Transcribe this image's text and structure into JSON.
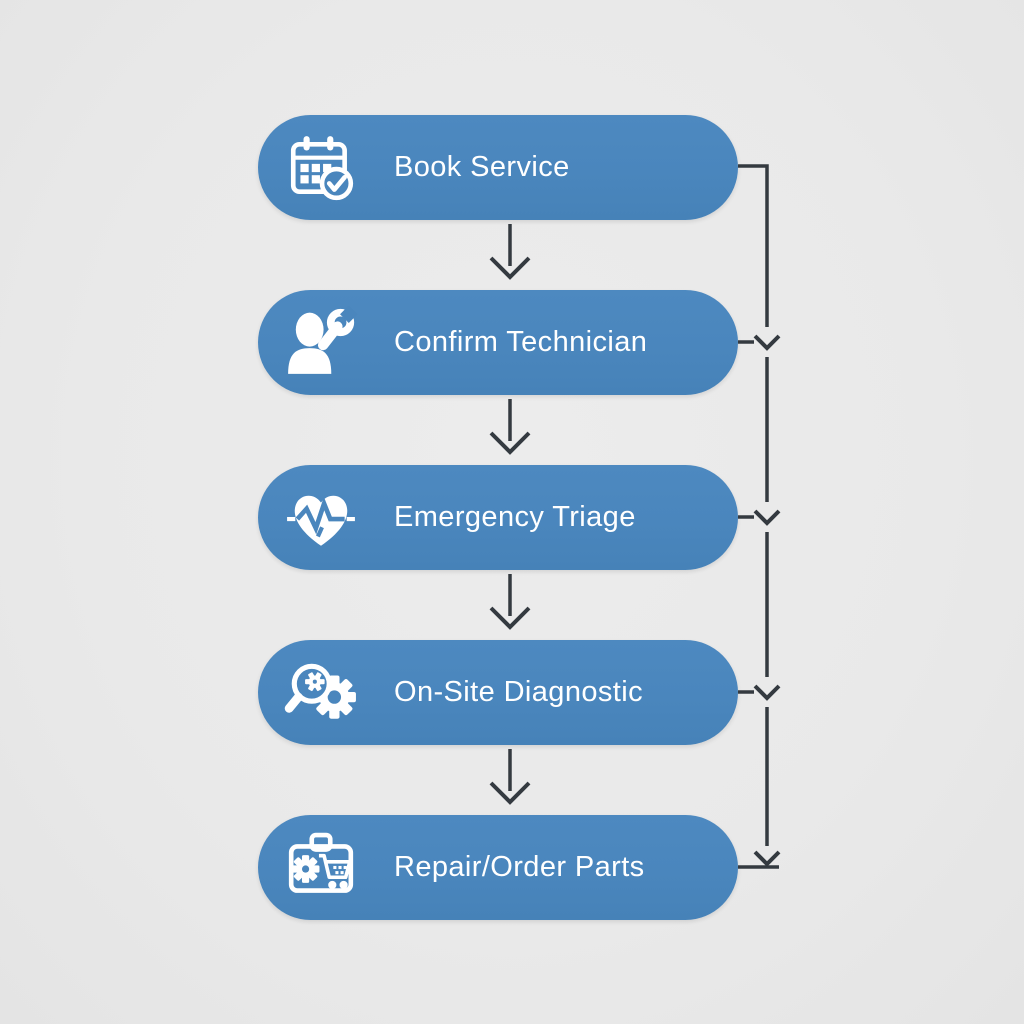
{
  "colors": {
    "background": "#e9e9e9",
    "node": "#4a86bd",
    "connector": "#343a40",
    "text": "#ffffff"
  },
  "nodes": [
    {
      "id": "book-service",
      "label": "Book Service",
      "icon": "calendar-check-icon"
    },
    {
      "id": "confirm-technician",
      "label": "Confirm Technician",
      "icon": "user-wrench-icon"
    },
    {
      "id": "emergency-triage",
      "label": "Emergency Triage",
      "icon": "heart-pulse-icon"
    },
    {
      "id": "on-site-diagnostic",
      "label": "On-Site Diagnostic",
      "icon": "magnifier-gear-icon"
    },
    {
      "id": "repair-order-parts",
      "label": "Repair/Order Parts",
      "icon": "toolbox-cart-icon"
    }
  ],
  "edges": [
    {
      "from": "book-service",
      "to": "confirm-technician",
      "type": "down-arrow"
    },
    {
      "from": "confirm-technician",
      "to": "emergency-triage",
      "type": "down-arrow"
    },
    {
      "from": "emergency-triage",
      "to": "on-site-diagnostic",
      "type": "down-arrow"
    },
    {
      "from": "on-site-diagnostic",
      "to": "repair-order-parts",
      "type": "down-arrow"
    },
    {
      "from": "book-service",
      "to": "confirm-technician",
      "type": "right-rail-chevron"
    },
    {
      "from": "book-service",
      "to": "emergency-triage",
      "type": "right-rail-chevron"
    },
    {
      "from": "book-service",
      "to": "on-site-diagnostic",
      "type": "right-rail-chevron"
    },
    {
      "from": "book-service",
      "to": "repair-order-parts",
      "type": "right-rail-chevron"
    }
  ]
}
